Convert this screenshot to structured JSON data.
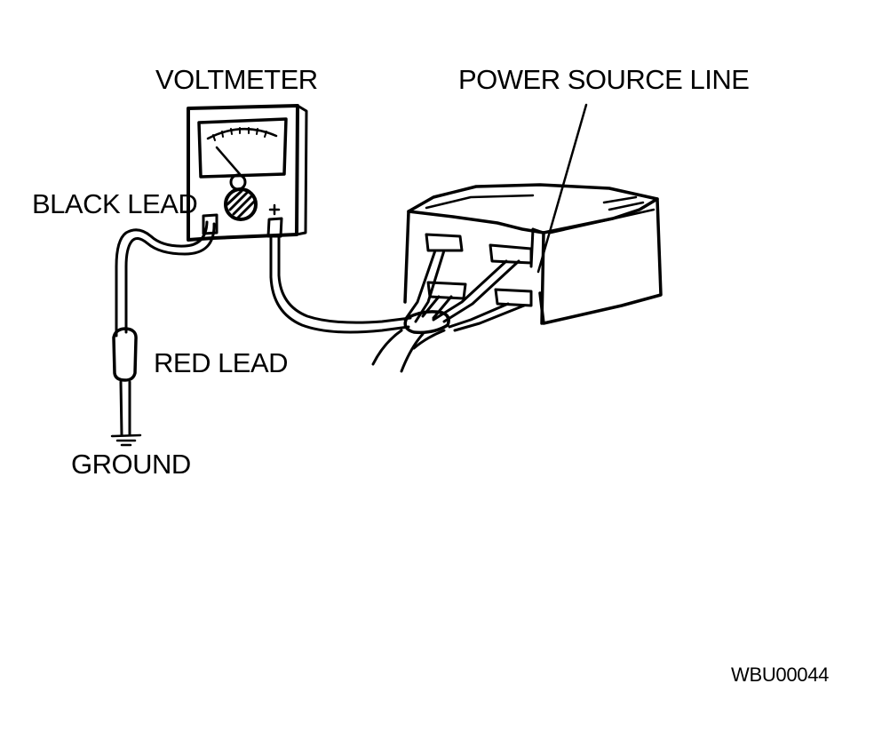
{
  "labels": {
    "voltmeter": "VOLTMETER",
    "power_source_line": "POWER SOURCE LINE",
    "black_lead": "BLACK LEAD",
    "red_lead": "RED LEAD",
    "ground": "GROUND",
    "figure_code": "WBU00044",
    "negative_terminal": "-",
    "positive_terminal": "+"
  },
  "colors": {
    "ink": "#000000",
    "background": "#ffffff"
  }
}
